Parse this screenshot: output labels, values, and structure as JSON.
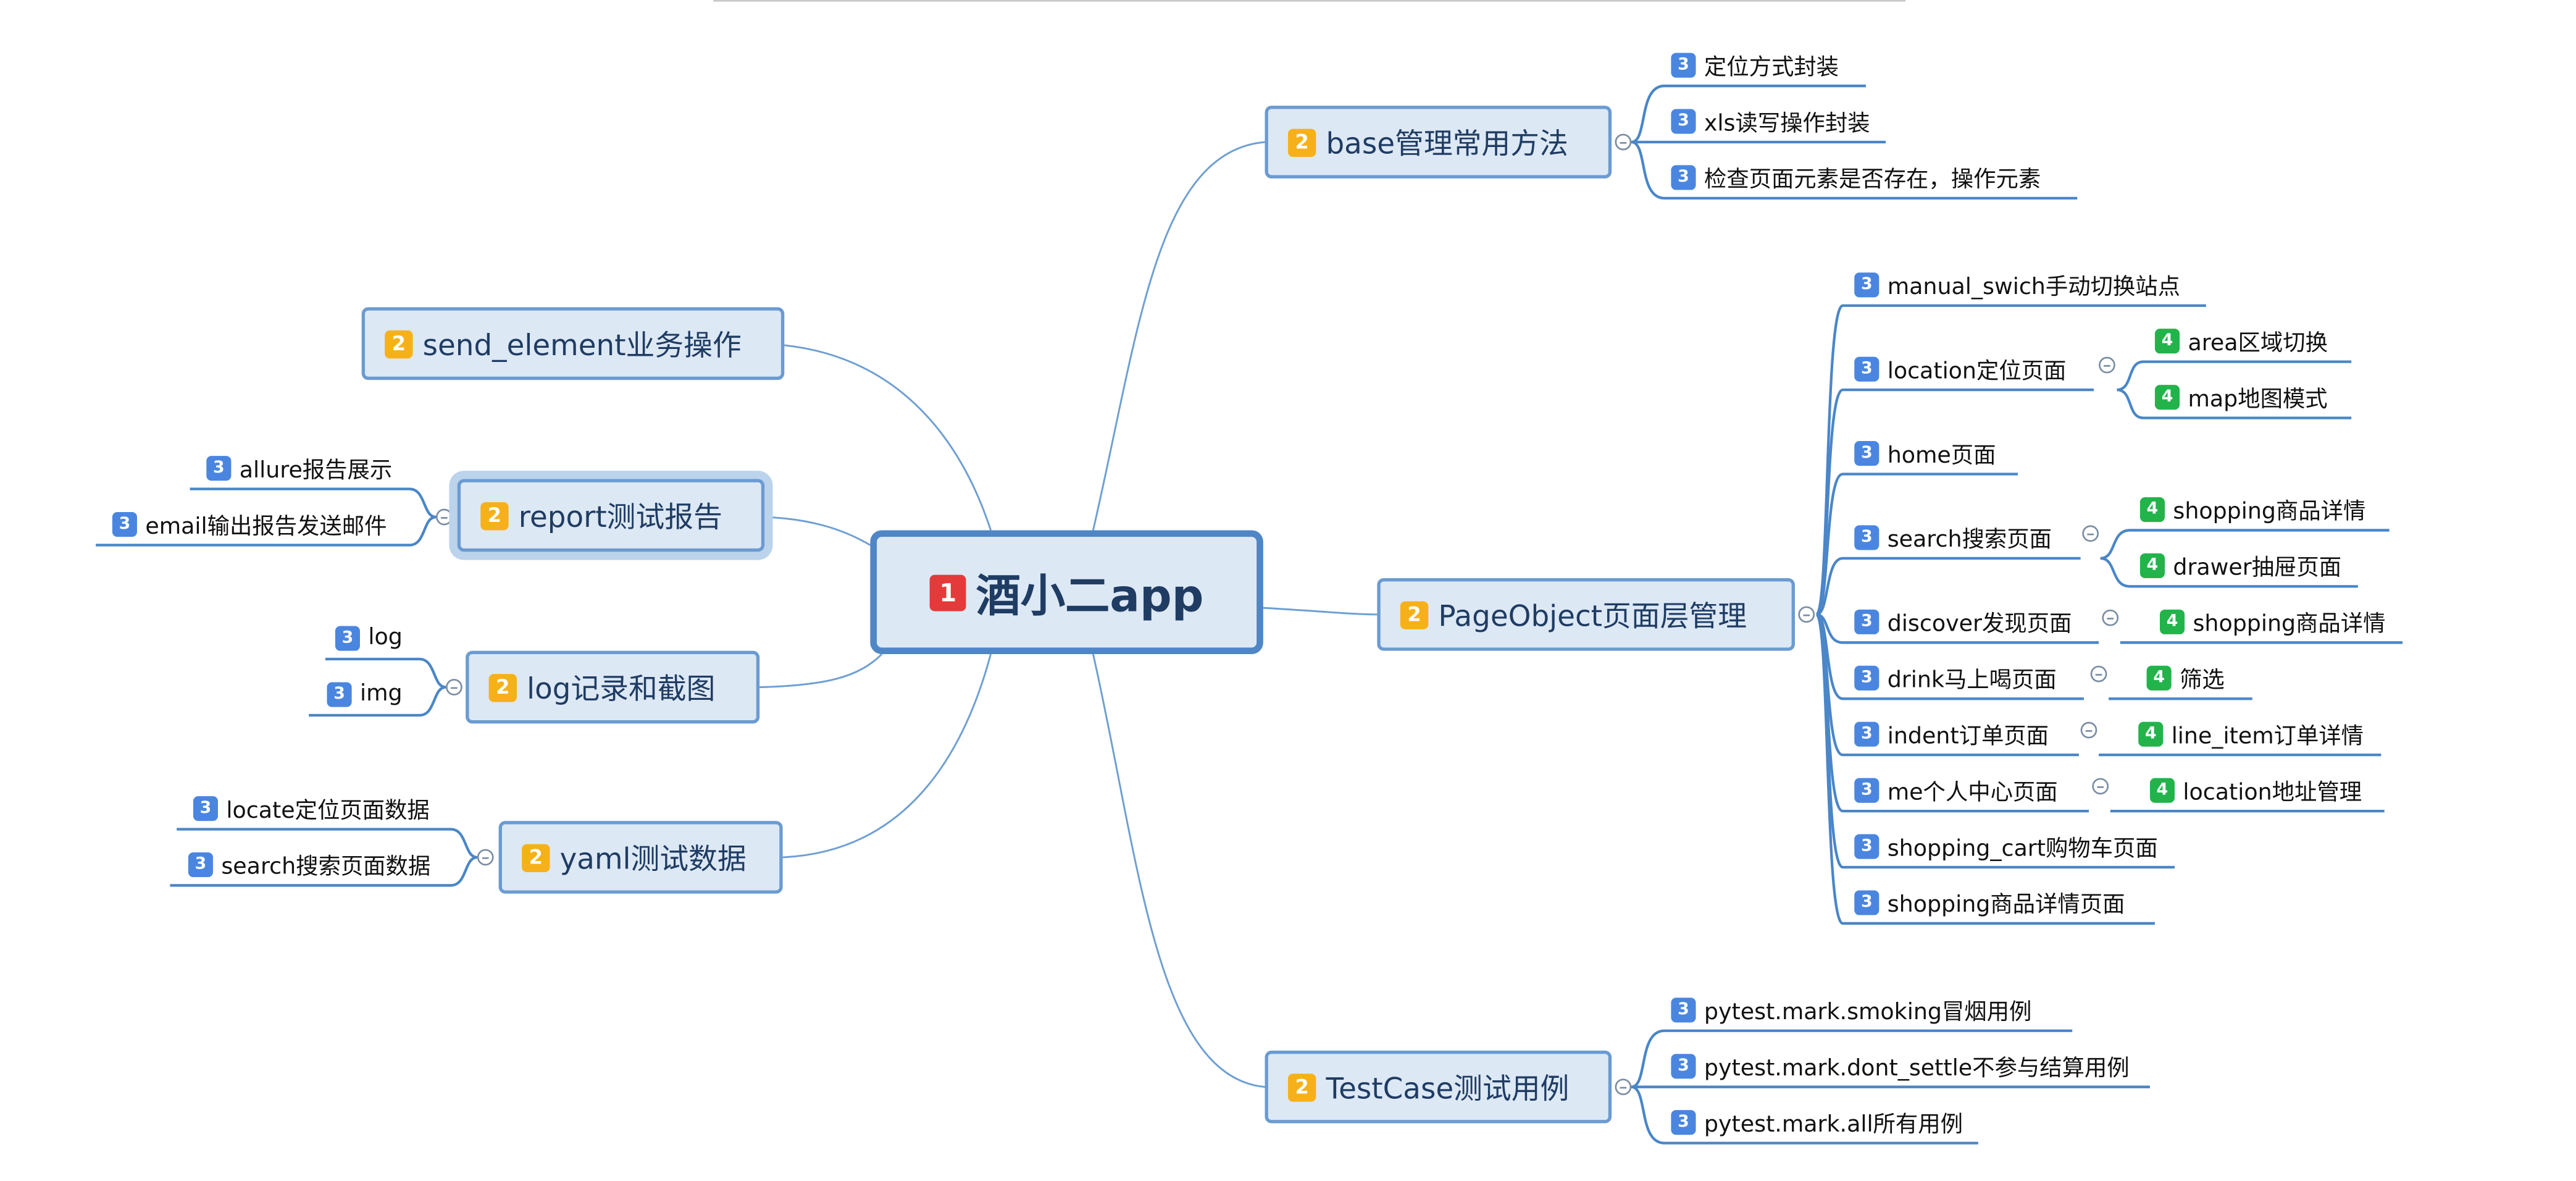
{
  "root": {
    "badge": "1",
    "label": "酒小二app"
  },
  "branches": {
    "base": {
      "badge": "2",
      "label": "base管理常用方法"
    },
    "pageobject": {
      "badge": "2",
      "label": "PageObject页面层管理"
    },
    "testcase": {
      "badge": "2",
      "label": "TestCase测试用例"
    },
    "send_element": {
      "badge": "2",
      "label": "send_element业务操作"
    },
    "report": {
      "badge": "2",
      "label": "report测试报告"
    },
    "log": {
      "badge": "2",
      "label": "log记录和截图"
    },
    "yaml": {
      "badge": "2",
      "label": "yaml测试数据"
    }
  },
  "leaves": {
    "base_1": {
      "badge": "3",
      "label": "定位方式封装"
    },
    "base_2": {
      "badge": "3",
      "label": "xls读写操作封装"
    },
    "base_3": {
      "badge": "3",
      "label": "检查页面元素是否存在，操作元素"
    },
    "po_manual": {
      "badge": "3",
      "label": "manual_swich手动切换站点"
    },
    "po_location": {
      "badge": "3",
      "label": "location定位页面"
    },
    "po_area": {
      "badge": "4",
      "label": "area区域切换"
    },
    "po_map": {
      "badge": "4",
      "label": "map地图模式"
    },
    "po_home": {
      "badge": "3",
      "label": "home页面"
    },
    "po_search": {
      "badge": "3",
      "label": "search搜索页面"
    },
    "po_search_shopping": {
      "badge": "4",
      "label": "shopping商品详情"
    },
    "po_drawer": {
      "badge": "4",
      "label": "drawer抽屉页面"
    },
    "po_discover": {
      "badge": "3",
      "label": "discover发现页面"
    },
    "po_discover_shopping": {
      "badge": "4",
      "label": "shopping商品详情"
    },
    "po_drink": {
      "badge": "3",
      "label": "drink马上喝页面"
    },
    "po_filter": {
      "badge": "4",
      "label": "筛选"
    },
    "po_indent": {
      "badge": "3",
      "label": "indent订单页面"
    },
    "po_line_item": {
      "badge": "4",
      "label": "line_item订单详情"
    },
    "po_me": {
      "badge": "3",
      "label": "me个人中心页面"
    },
    "po_location_addr": {
      "badge": "4",
      "label": "location地址管理"
    },
    "po_cart": {
      "badge": "3",
      "label": "shopping_cart购物车页面"
    },
    "po_shopping_detail": {
      "badge": "3",
      "label": "shopping商品详情页面"
    },
    "tc_smoking": {
      "badge": "3",
      "label": "pytest.mark.smoking冒烟用例"
    },
    "tc_dont_settle": {
      "badge": "3",
      "label": "pytest.mark.dont_settle不参与结算用例"
    },
    "tc_all": {
      "badge": "3",
      "label": "pytest.mark.all所有用例"
    },
    "rep_allure": {
      "badge": "3",
      "label": "allure报告展示"
    },
    "rep_email": {
      "badge": "3",
      "label": "email输出报告发送邮件"
    },
    "log_log": {
      "badge": "3",
      "label": "log"
    },
    "log_img": {
      "badge": "3",
      "label": "img"
    },
    "yaml_locate": {
      "badge": "3",
      "label": "locate定位页面数据"
    },
    "yaml_search": {
      "badge": "3",
      "label": "search搜索页面数据"
    }
  },
  "colors": {
    "connector": "#6e9fd3",
    "node_fill": "#dde8f5",
    "node_border": "#6b9bd1",
    "badge_1": "#e43a3a",
    "badge_2": "#f6b11a",
    "badge_3": "#4a86e0",
    "badge_4": "#22b44b"
  }
}
